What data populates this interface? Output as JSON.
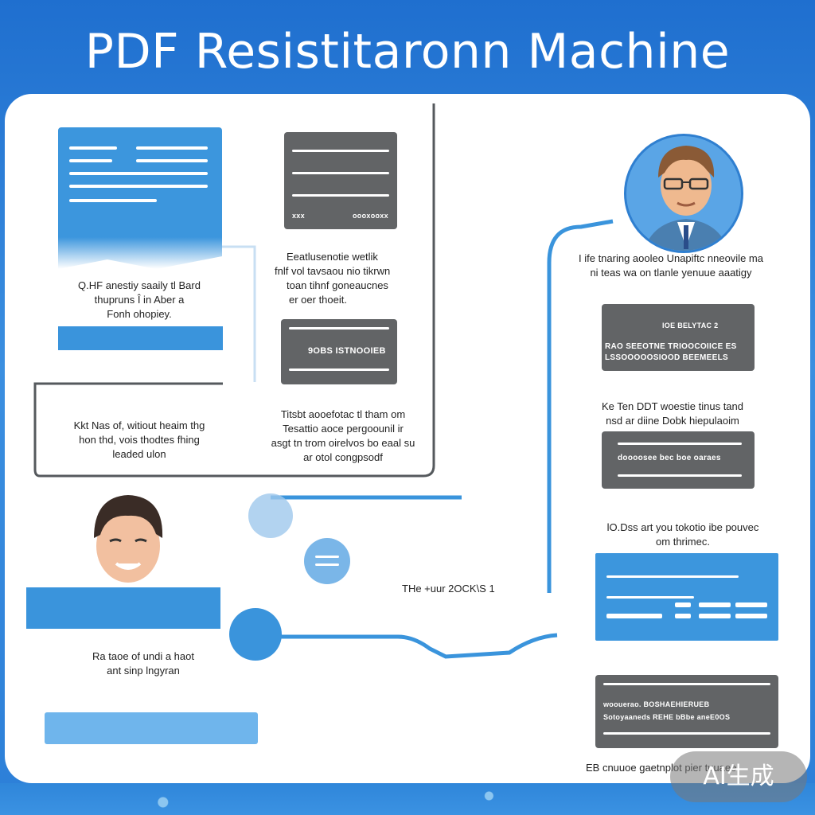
{
  "title": "PDF Resistitaronn Machine",
  "colors": {
    "accent": "#3c96dd",
    "card_gray": "#626466",
    "background": "#2c7fd8"
  },
  "left_column": {
    "doc_caption": [
      "Q.HF anestiy saaily tl Bard",
      "thupruns Î in Aber a",
      "Fonh ohopiey."
    ],
    "box_caption": [
      "Kkt Nas of, witiout heaim thg",
      "hon thd, vois thodtes fhing",
      "leaded ulon"
    ],
    "person_caption": [
      "Ra taoe of undi a haot",
      "ant sinp lngyran"
    ]
  },
  "middle_column": {
    "card1_footer_left": "xxx",
    "card1_footer_right": "oooxooxx",
    "caption1": [
      "Eeatlusenotie wetlik",
      "fnlf vol tavsaou nio tikrwn",
      "toan tihnf goneaucnes",
      "er oer thoeit."
    ],
    "card2_label": "9OBS ISTNOOIEB",
    "caption2": [
      "Titsbt aooefotac tl tham om",
      "Tesattio aoce pergoounil ir",
      "asgt tn trom oirelvos bo eaal su",
      "ar otol congpsodf"
    ]
  },
  "connector_label": "THe +uur  2OCK\\S 1",
  "right_column": {
    "avatar_caption": [
      "I ife tnaring aooleo Unapiftc nneovile ma",
      "ni teas wa on tlanle yenuue aaatigy"
    ],
    "card1_lines": [
      "IOE BELYTAC 2",
      "RAO SEEOTNE TRIOOCOIICE ES",
      "LSSOOOOOSIOOD BEEMEELS"
    ],
    "caption2": [
      "Ke Ten DDT woestie tinus tand",
      "nsd ar diine Dobk hiepulaoim"
    ],
    "card2_text": "doooosee bec boe oaraes",
    "caption3": [
      "lO.Dss art you tokotio ibe pouvec",
      "om thrimec."
    ],
    "card4_lines": [
      "woouerao. BOSHAEHIERUEB",
      "Sotoyaaneds REHE bBbe aneE0OS"
    ],
    "bottom_caption": "EB cnuuoe gaetnplot pier tuuaee"
  },
  "watermark": "AI生成"
}
